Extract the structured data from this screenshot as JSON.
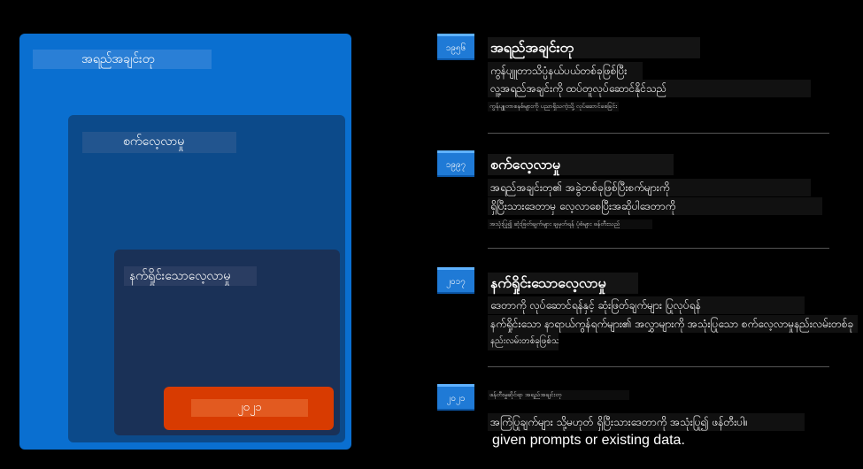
{
  "diagram": {
    "outer_label": "အရည်အချင်းတု",
    "mid_label": "စက်လေ့လာမှု",
    "inner_label": "နက်ရှိုင်းသောလေ့လာမှု",
    "year_label": "၂၀၂၁"
  },
  "timeline": [
    {
      "year": "၁၉၅၆",
      "title": "အရည်အချင်းတု",
      "lines": [
        "ကွန်ပျူတာသိပ္ပံနယ်ပယ်တစ်ခုဖြစ်ပြီး",
        "လူ့အရည်အချင်းကို ထပ်တူလုပ်ဆောင်နိုင်သည်"
      ],
      "tiny": "ကွန်ပျူတာစနစ်များကို ပညာရှိသကဲ့သို့ လုပ်ဆောင်စေခြင်း"
    },
    {
      "year": "၁၉၉၇",
      "title": "စက်လေ့လာမှု",
      "lines": [
        "အရည်အချင်းတု၏ အခွဲတစ်ခုဖြစ်ပြီးစက်များကို",
        "ရှိပြီးသားဒေတာမှ လေ့လာစေပြီးအဆိုပါဒေတာကို"
      ],
      "tiny": "အသုံးပြု၍ ဆုံးဖြတ်ချက်များ ချမှတ်ရန် ပုံစံများ ဖန်တီးသည်"
    },
    {
      "year": "၂၀၁၇",
      "title": "နက်ရှိုင်းသောလေ့လာမှု",
      "lines": [
        "ဒေတာကို လုပ်ဆောင်ရန်နှင့် ဆုံးဖြတ်ချက်များ ပြုလုပ်ရန်",
        "နက်ရှိုင်းသော နာရာယ်ကွန်ရက်များ၏ အလွှာများကို အသုံးပြုသော စက်လေ့လာမှုနည်းလမ်းတစ်ခု"
      ],
      "wrap": "နည်းလမ်းတစ်ခုဖြစ်သည်"
    },
    {
      "year": "၂၀၂၁",
      "title": "ဖန်တီးမှုဆိုင်ရာ အရည်အချင်းတု",
      "lines": [
        "အကြံပြုချက်များ သို့မဟုတ် ရှိပြီးသားဒေတာကို အသုံးပြု၍ ဖန်တီးပါ။"
      ],
      "english": "given prompts or existing data."
    }
  ]
}
